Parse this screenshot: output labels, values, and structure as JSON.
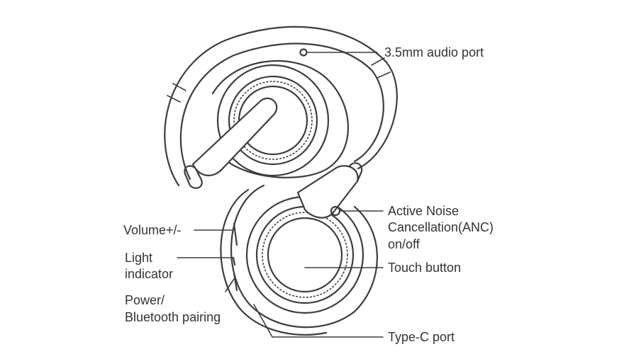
{
  "labels": {
    "audio_port": "3.5mm audio port",
    "anc_line1": "Active Noise",
    "anc_line2": "Cancellation(ANC)",
    "anc_line3": "on/off",
    "touch_button": "Touch button",
    "type_c_port": "Type-C port",
    "volume": "Volume+/-",
    "light_line1": "Light",
    "light_line2": "indicator",
    "power_line1": "Power/",
    "power_line2": "Bluetooth pairing"
  },
  "colors": {
    "line": "#3d3d3d",
    "text": "#333333"
  }
}
